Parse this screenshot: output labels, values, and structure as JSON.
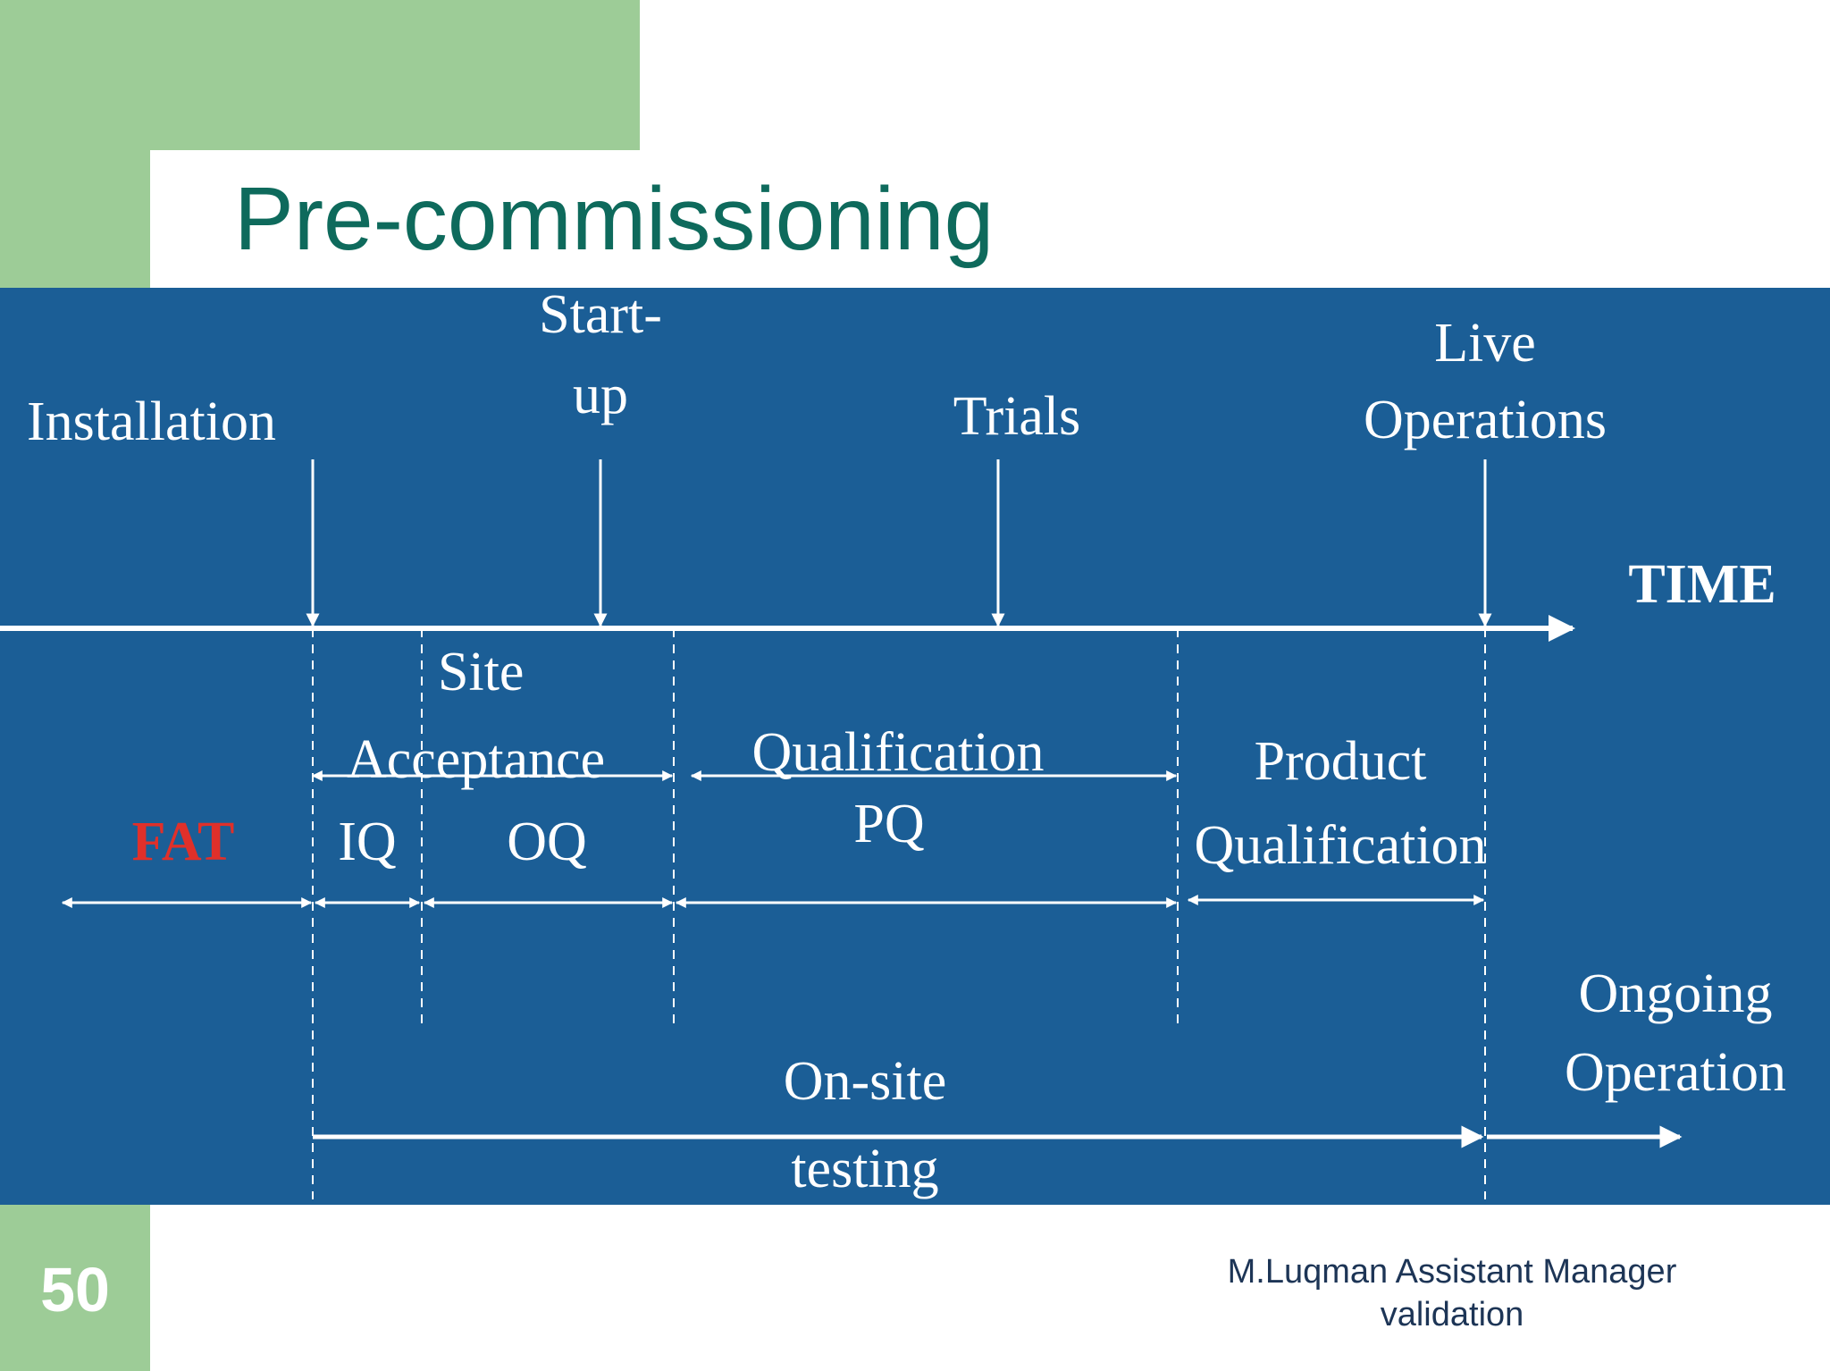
{
  "slide": {
    "title": "Pre-commissioning",
    "page_number": "50",
    "author_line1": "M.Luqman Assistant Manager",
    "author_line2": "validation"
  },
  "diagram": {
    "milestones": {
      "installation": "Installation",
      "startup_1": "Start-",
      "startup_2": "up",
      "trials": "Trials",
      "live_1": "Live",
      "live_2": "Operations",
      "time": "TIME"
    },
    "phases": {
      "site_1": "Site",
      "site_2": "Acceptance",
      "qualification": "Qualification",
      "product_1": "Product",
      "product_2": "Qualification",
      "fat": "FAT",
      "iq": "IQ",
      "oq": "OQ",
      "pq": "PQ",
      "ongoing_1": "Ongoing",
      "ongoing_2": "Operation",
      "onsite_1": "On-site",
      "onsite_2": "testing"
    },
    "colors": {
      "background": "#1b5e96",
      "line": "#ffffff",
      "fat": "#e0302a"
    }
  }
}
